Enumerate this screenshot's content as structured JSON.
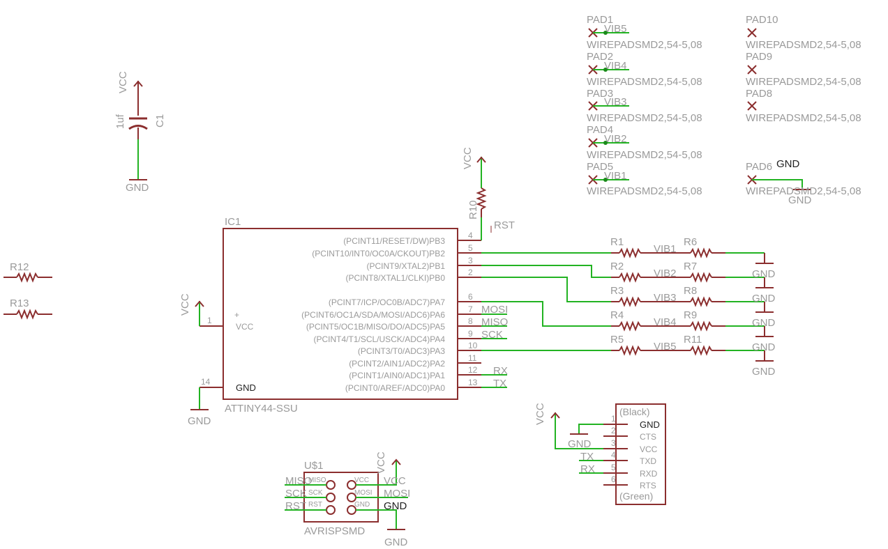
{
  "colors": {
    "body": "#8b2e2e",
    "wire": "#22b322",
    "text": "#9a9a9a",
    "junction": "#1a8a1a"
  },
  "ic1": {
    "name": "IC1",
    "value": "ATTINY44-SSU",
    "left_pins": [
      {
        "num": "1",
        "label": "VCC"
      },
      {
        "num": "14",
        "label": "GND"
      }
    ],
    "right_pins": [
      {
        "num": "4",
        "label": "(PCINT11/RESET/DW)PB3"
      },
      {
        "num": "5",
        "label": "(PCINT10/INT0/OC0A/CKOUT)PB2"
      },
      {
        "num": "3",
        "label": "(PCINT9/XTAL2)PB1"
      },
      {
        "num": "2",
        "label": "(PCINT8/XTAL1/CLKI)PB0"
      },
      {
        "num": "6",
        "label": "(PCINT7/ICP/OC0B/ADC7)PA7"
      },
      {
        "num": "7",
        "label": "(PCINT6/OC1A/SDA/MOSI/ADC6)PA6"
      },
      {
        "num": "8",
        "label": "(PCINT5/OC1B/MISO/DO/ADC5)PA5"
      },
      {
        "num": "9",
        "label": "(PCINT4/T1/SCL/USCK/ADC4)PA4"
      },
      {
        "num": "10",
        "label": "(PCINT3/T0/ADC3)PA3"
      },
      {
        "num": "11",
        "label": "(PCINT2/AIN1/ADC2)PA2"
      },
      {
        "num": "12",
        "label": "(PCINT1/AIN0/ADC1)PA1"
      },
      {
        "num": "13",
        "label": "(PCINT0/AREF/ADC0)PA0"
      }
    ],
    "nets": {
      "rst": "RST",
      "mosi": "MOSI",
      "miso": "MISO",
      "sck": "SCK",
      "rx": "RX",
      "tx": "TX"
    }
  },
  "supply": {
    "vcc": "VCC",
    "gnd": "GND"
  },
  "c1": {
    "name": "C1",
    "value": "1uf"
  },
  "r10": {
    "name": "R10"
  },
  "loose_resistors": [
    "R12",
    "R13"
  ],
  "motor_rows": [
    {
      "left": "R1",
      "right": "R6",
      "net": "VIB1"
    },
    {
      "left": "R2",
      "right": "R7",
      "net": "VIB2"
    },
    {
      "left": "R3",
      "right": "R8",
      "net": "VIB3"
    },
    {
      "left": "R4",
      "right": "R9",
      "net": "VIB4"
    },
    {
      "left": "R5",
      "right": "R11",
      "net": "VIB5"
    }
  ],
  "pads_left": [
    {
      "name": "PAD1",
      "net": "VIB5",
      "value": "WIREPADSMD2,54-5,08"
    },
    {
      "name": "PAD2",
      "net": "VIB4",
      "value": "WIREPADSMD2,54-5,08"
    },
    {
      "name": "PAD3",
      "net": "VIB3",
      "value": "WIREPADSMD2,54-5,08"
    },
    {
      "name": "PAD4",
      "net": "VIB2",
      "value": "WIREPADSMD2,54-5,08"
    },
    {
      "name": "PAD5",
      "net": "VIB1",
      "value": "WIREPADSMD2,54-5,08"
    }
  ],
  "pads_right": [
    {
      "name": "PAD10",
      "value": "WIREPADSMD2,54-5,08"
    },
    {
      "name": "PAD9",
      "value": "WIREPADSMD2,54-5,08"
    },
    {
      "name": "PAD8",
      "value": "WIREPADSMD2,54-5,08"
    }
  ],
  "pad6": {
    "name": "PAD6",
    "value": "WIREPADSMD2,54-5,08",
    "net": "GND",
    "ground": "GND"
  },
  "ftdi": {
    "top": "(Black)",
    "bottom": "(Green)",
    "pins": [
      {
        "num": "1",
        "label": "GND"
      },
      {
        "num": "2",
        "label": "CTS"
      },
      {
        "num": "3",
        "label": "VCC"
      },
      {
        "num": "4",
        "label": "TXD"
      },
      {
        "num": "5",
        "label": "RXD"
      },
      {
        "num": "6",
        "label": "RTS"
      }
    ],
    "nets": {
      "gnd": "GND",
      "tx": "TX",
      "rx": "RX"
    }
  },
  "isp": {
    "name": "U$1",
    "value": "AVRISPSMD",
    "pin_labels": [
      "MISO",
      "SCK",
      "RST",
      "VCC",
      "MOSI",
      "GND"
    ],
    "nets_left": [
      "MISO",
      "SCK",
      "RST"
    ],
    "nets_right": [
      "VCC",
      "MOSI",
      "GND"
    ]
  }
}
